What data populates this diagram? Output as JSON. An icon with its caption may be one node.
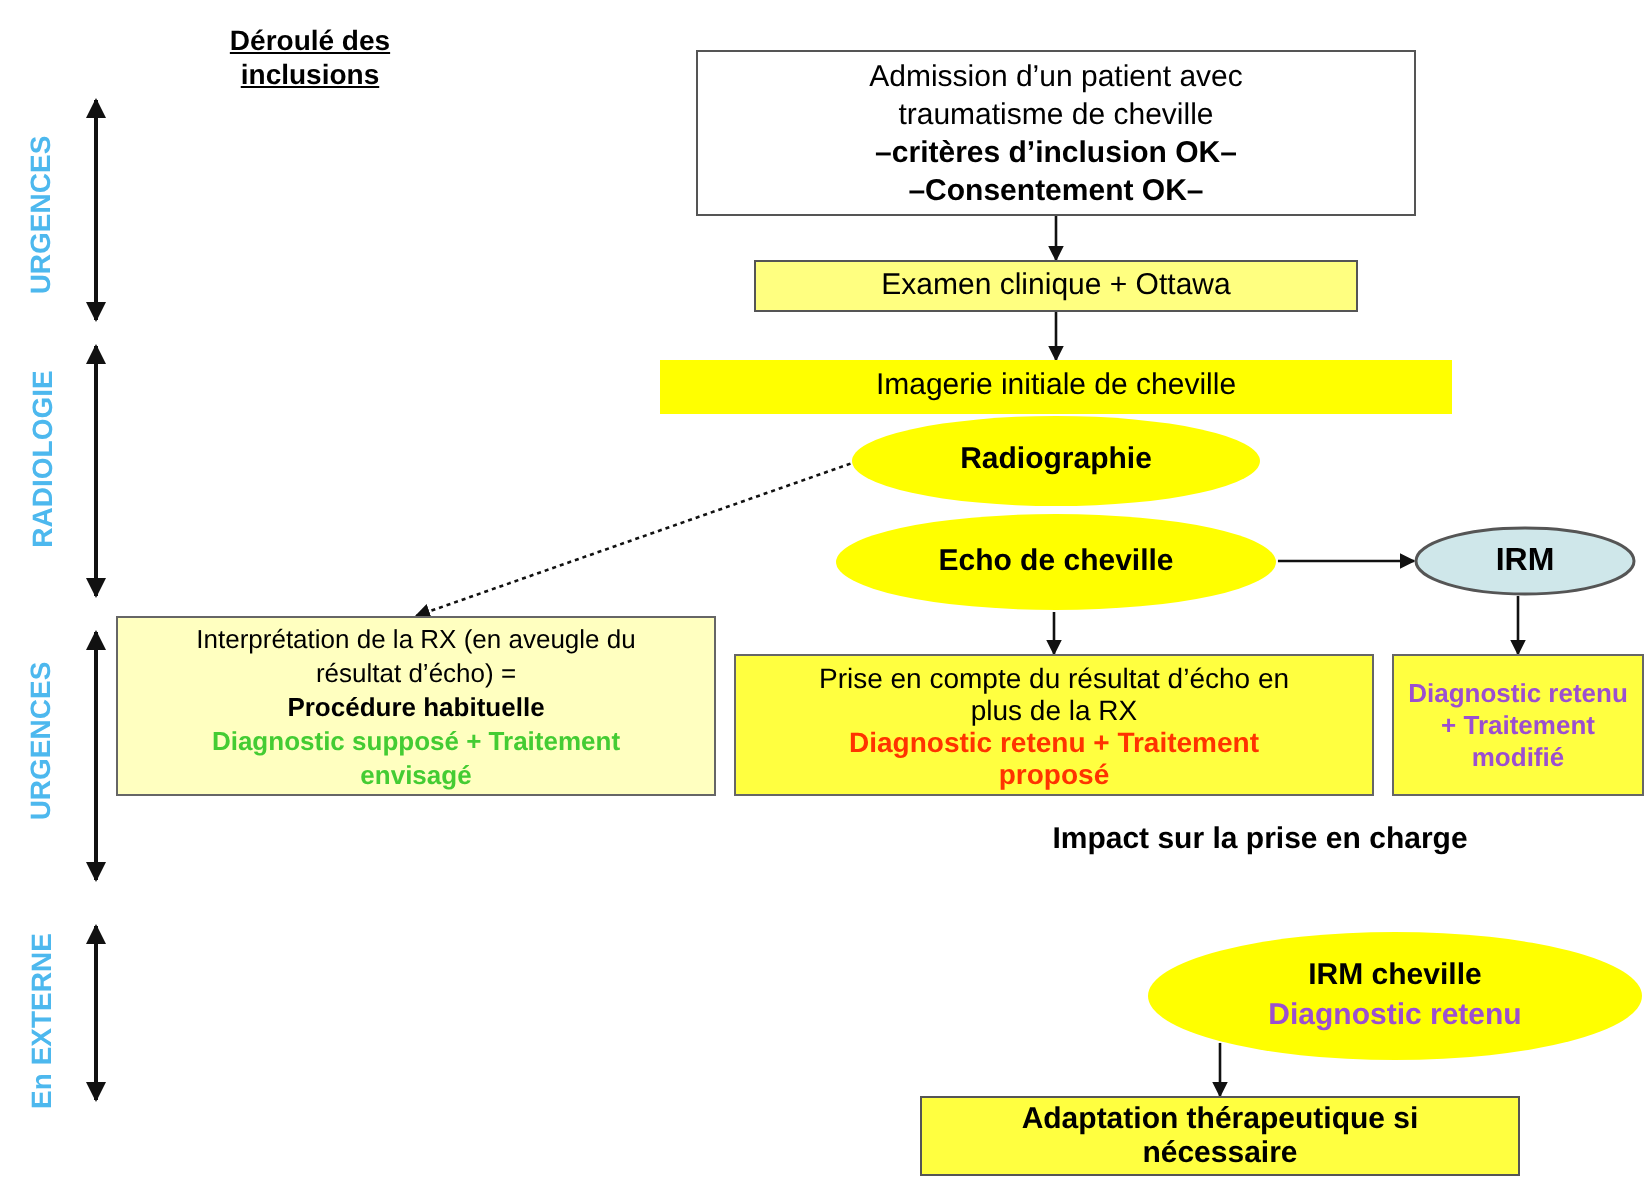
{
  "diagram": {
    "nodes": [
      {
        "text": [
          "Admission d’un patient avec traumatisme de cheville",
          "–critères d’inclusion OK–",
          "–Consentement OK–"
        ]
      },
      {
        "text": [
          "Examen clinique + Ottawa"
        ]
      },
      {
        "text": [
          "Imagerie initiale de cheville"
        ]
      },
      {
        "text": [
          "Radiographie"
        ]
      },
      {
        "text": [
          "Echo de cheville"
        ]
      },
      {
        "text": [
          "IRM"
        ]
      },
      {
        "text": [
          "Interprétation de la RX (en aveugle du résultat d’écho) =",
          "Procédure habituelle",
          "Diagnostic supposé + Traitement envisagé"
        ]
      },
      {
        "text": [
          "Prise en compte du résultat d’écho en plus de la RX",
          "Diagnostic retenu + Traitement proposé"
        ]
      },
      {
        "text": [
          "Diagnostic retenu",
          "+ Traitement modifié"
        ]
      },
      {
        "text": [
          "IRM cheville",
          "Diagnostic retenu"
        ]
      },
      {
        "text": [
          "Adaptation thérapeutique si nécessaire"
        ]
      }
    ],
    "edges": [
      {
        "from": 0,
        "to": 1,
        "arrow": "to"
      },
      {
        "from": 1,
        "to": 2,
        "arrow": "to"
      },
      {
        "from": 3,
        "to": 6,
        "arrow": "to",
        "style": "dashed"
      },
      {
        "from": 4,
        "to": 5,
        "arrow": "to"
      },
      {
        "from": 4,
        "to": 7,
        "arrow": "to"
      },
      {
        "from": 5,
        "to": 8,
        "arrow": "to"
      },
      {
        "from": 9,
        "to": 10,
        "arrow": "to"
      }
    ],
    "labels": [
      "Déroulé des inclusions",
      "URGENCES",
      "RADIOLOGIE",
      "URGENCES",
      "En EXTERNE",
      "Impact sur la prise en charge"
    ]
  }
}
